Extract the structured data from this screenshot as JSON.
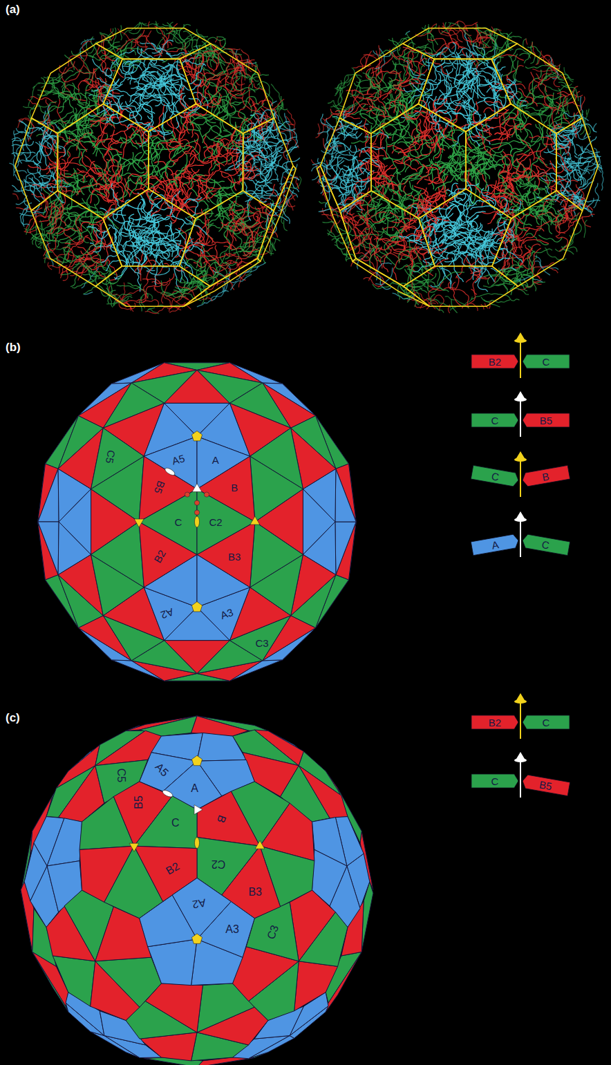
{
  "diagram": {
    "nodes": [
      {
        "text": [
          "B2"
        ]
      },
      {
        "text": [
          "C"
        ]
      },
      {
        "text": [
          "C"
        ]
      },
      {
        "text": [
          "B5"
        ]
      },
      {
        "text": [
          "C"
        ]
      },
      {
        "text": [
          "B"
        ]
      },
      {
        "text": [
          "A"
        ]
      },
      {
        "text": [
          "C"
        ]
      },
      {
        "text": [
          "B2"
        ]
      },
      {
        "text": [
          "C"
        ]
      },
      {
        "text": [
          "C"
        ]
      },
      {
        "text": [
          "B5"
        ]
      }
    ],
    "labels": [
      "(a)",
      "(b)",
      "C5",
      "A5",
      "A",
      "B5",
      "C",
      "B",
      "B2",
      "C2",
      "B3",
      "A2",
      "A3",
      "C3",
      "(c)",
      "C5",
      "A5",
      "A",
      "B5",
      "C",
      "B",
      "C2",
      "B2",
      "B3",
      "A2",
      "A3",
      "C3"
    ]
  }
}
